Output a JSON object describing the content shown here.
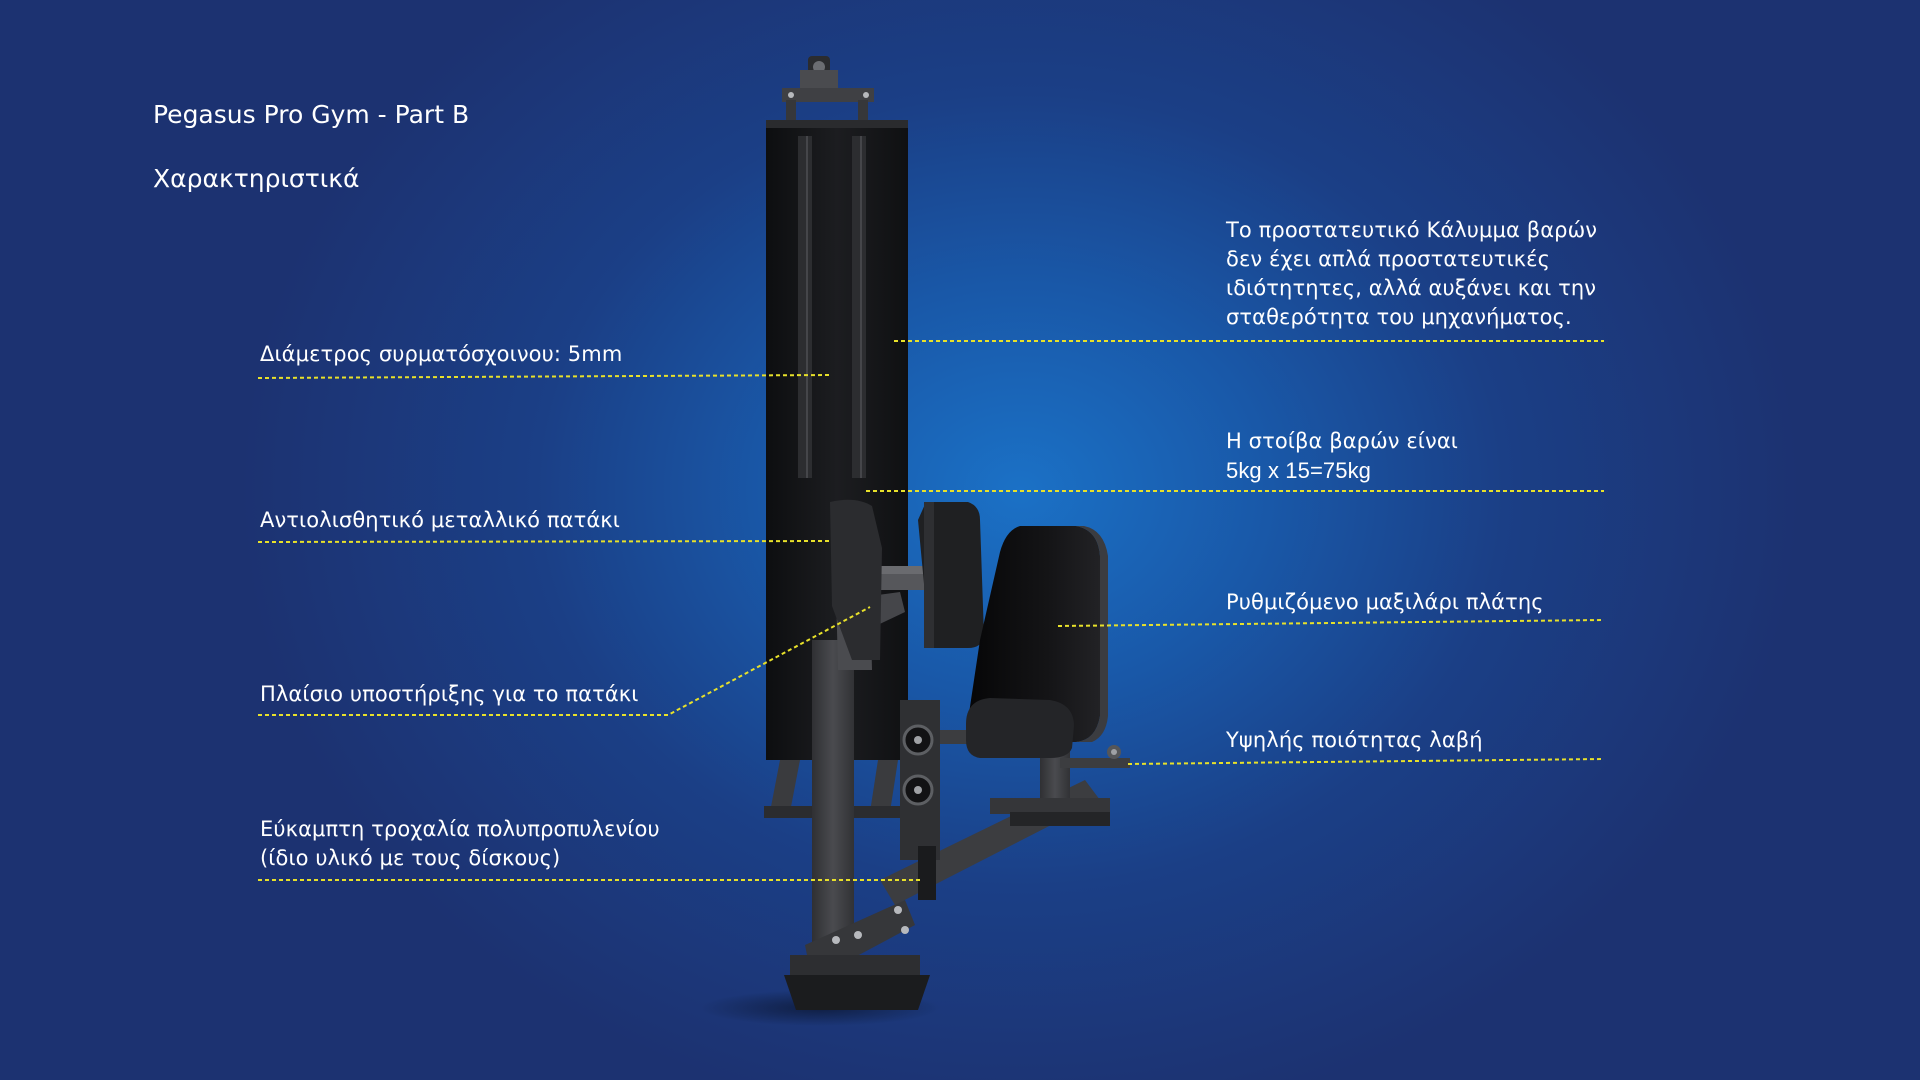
{
  "header": {
    "title": "Pegasus Pro Gym - Part B",
    "subtitle": "Χαρακτηριστικά"
  },
  "left_callouts": {
    "cable": "Διάμετρος συρματόσχοινου: 5mm",
    "footplate": "Αντιολισθητικό μεταλλικό πατάκι",
    "frame": "Πλαίσιο υποστήριξης για το πατάκι",
    "pulley_line1": "Εύκαμπτη τροχαλία πολυπροπυλενίου",
    "pulley_line2": "(ίδιο υλικό με τους δίσκους)"
  },
  "right_callouts": {
    "cover_line1": "Το προστατευτικό Κάλυμμα βαρών",
    "cover_line2": "δεν έχει απλά προστατευτικές",
    "cover_line3": "ιδιότητητες, αλλά αυξάνει και την",
    "cover_line4": "σταθερότητα του μηχανήματος.",
    "stack_line1": "Η στοίβα βαρών είναι",
    "stack_line2": "5kg x 15=75kg",
    "backpad": "Ρυθμιζόμενο μαξιλάρι πλάτης",
    "handle": "Υψηλής ποιότητας λαβή"
  },
  "colors": {
    "leader_line": "#e8e12a",
    "frame": "#3c3d40",
    "shroud": "#151618",
    "pad": "#0f0f10"
  }
}
